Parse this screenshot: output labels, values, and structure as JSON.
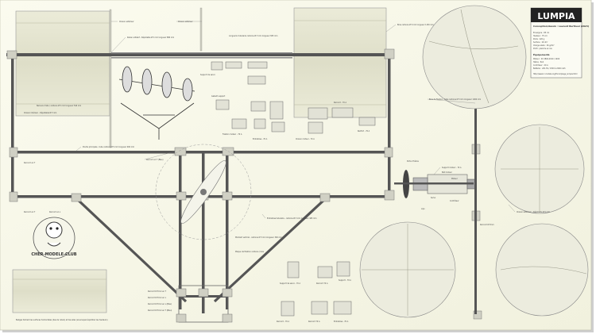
{
  "title_block": {
    "name": "LUMPIA",
    "designer": "Conception/dessin : Laurent Bertheol (2023)",
    "specs": [
      "Envergure : 85 cm",
      "Hauteur : 75 cm",
      "Poids : 420 g",
      "Surface : 16 dm²",
      "Charge alaire : 26 g/dm²",
      "Profil : planche en rev"
    ],
    "equipment_title": "Équipements",
    "equipment": [
      "Moteur : KV 2804-2010 / 1200",
      "Hélice : 8x4",
      "Contrôleur : 20 A",
      "Batterie : LiPo 3S / 1300 à 2200 mAh"
    ],
    "url": "http://www.rc-models.org/forum/page_lumpia.html"
  },
  "labels": {
    "aileron_left": "Cloison extérieur",
    "aileron_right": "Cloison extérieur",
    "top_spar": "Ruban adhésif - Dépollable Ø 5 mm longueur 880 mm",
    "top_spar_right": "Longueron tubulaire carbone Ø 5 mm longueur 825 mm",
    "right_top": "Bras carbone Ø 5 mm longueur 1150 mm",
    "wing_rib_left": "Nervure d'aile / carbone Ø 5 mm longueur 540 mm",
    "cloison_interieur": "Cloison intérieur - Dépollable Ø 5 mm",
    "fuselage_spar": "Poutre principale - tube carbone Ø 5 mm longueur 900 mm",
    "raccord_t1": "Raccord en T",
    "raccord_t2": "Raccord en T",
    "raccord_l": "Raccord en L",
    "raccord_angle": "Raccord en T (Bleu)",
    "support_moteur": "Support moteur - 70 A",
    "bati_moteur": "Bâti moteur",
    "rotor_label": "Porte d'hélice",
    "right_struts": "Entretoise tubulaire - carbone Ø 5 mm longueur 465 mm",
    "mid_cross": "Montant vertical - carbone Ø 5 mm longueur 390 mm",
    "bottom_plate": "Plaque de fixation carbone / bois",
    "bottom_left": "Raccord Ø 5mm en T",
    "bottom_left2": "Raccord Ø 5mm en L",
    "bottom_left3": "Raccord Ø 5mm en L (Bleu)",
    "bottom_left4": "Raccord Ø 5mm en T (Bleu)",
    "note": "Badges fermant les surfaces horizontales (bas de ruban) et des ailes (sous lequel équilibrer les hauteurs)",
    "disc_label": "Cloison extérieur - Dépollable Ø 5 mm",
    "tail_label": "Bras de fixation - tube carbone Ø 5 mm longueur 1000 mm",
    "motor_label": "Moteur",
    "servo_label": "Servo",
    "connector_label": "Contrôleur",
    "lipo_label": "Lipo",
    "rear_raccord": "Raccord Ø 5mm",
    "parts_top": "Support de servo",
    "parts_mid": "Gabarit support",
    "small_a": "Fixation moteur - 70 A",
    "small_b": "Entretoise - 70 A",
    "small_c": "Cloison moteur - 70 A",
    "small_d": "Renfort - 70 A",
    "small_e": "Raccord - 70 A",
    "bottom_parts_a": "Support de servo - 70 A",
    "bottom_parts_b": "Raccord 70 A",
    "bottom_parts_c": "Support - 70 A",
    "bottom_parts_d": "Raccord - 70 A",
    "bottom_parts_e": "Raccord 70 A",
    "bottom_parts_f": "Entretoise - 70 A",
    "logo_text": "CHER-MODELE-CLUB"
  }
}
